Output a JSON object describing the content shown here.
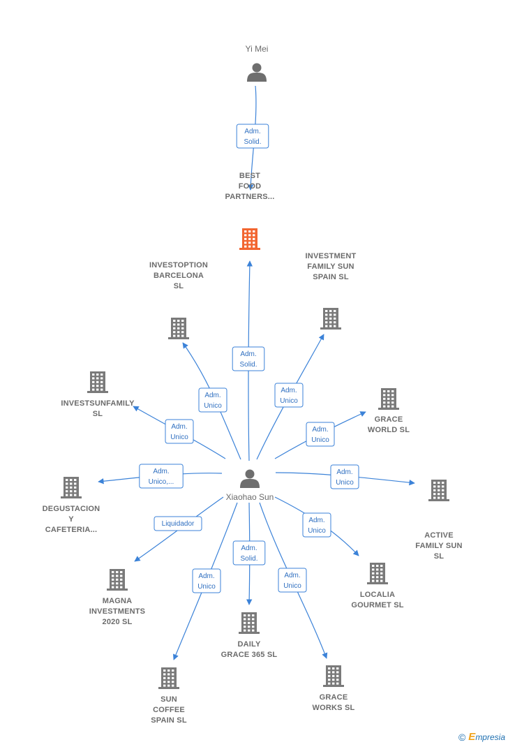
{
  "colors": {
    "edge": "#3b82d8",
    "company": "#7a7a7a",
    "focus": "#f26530",
    "person": "#6e6e6e"
  },
  "footer": {
    "copyright_symbol": "©",
    "brand_initial": "E",
    "brand_rest": "mpresia"
  },
  "nodes": [
    {
      "id": "yimei",
      "kind": "person",
      "label": [
        "Yi Mei"
      ]
    },
    {
      "id": "bfp",
      "kind": "company-focus",
      "label": [
        "BEST",
        "FOOD",
        "PARTNERS..."
      ]
    },
    {
      "id": "xiaohao",
      "kind": "person",
      "label": [
        "Xiaohao Sun"
      ]
    },
    {
      "id": "investoption",
      "kind": "company",
      "label": [
        "INVESTOPTION",
        "BARCELONA",
        "SL"
      ]
    },
    {
      "id": "investmentfam",
      "kind": "company",
      "label": [
        "INVESTMENT",
        "FAMILY SUN",
        "SPAIN  SL"
      ]
    },
    {
      "id": "investsun",
      "kind": "company",
      "label": [
        "INVESTSUNFAMILY",
        "SL"
      ]
    },
    {
      "id": "graceworld",
      "kind": "company",
      "label": [
        "GRACE",
        "WORLD  SL"
      ]
    },
    {
      "id": "degust",
      "kind": "company",
      "label": [
        "DEGUSTACION",
        "Y",
        "CAFETERIA..."
      ]
    },
    {
      "id": "activefam",
      "kind": "company",
      "label": [
        "ACTIVE",
        "FAMILY SUN",
        "SL"
      ]
    },
    {
      "id": "localia",
      "kind": "company",
      "label": [
        "LOCALIA",
        "GOURMET  SL"
      ]
    },
    {
      "id": "magna",
      "kind": "company",
      "label": [
        "MAGNA",
        "INVESTMENTS",
        "2020  SL"
      ]
    },
    {
      "id": "dailygrace",
      "kind": "company",
      "label": [
        "DAILY",
        "GRACE 365  SL"
      ]
    },
    {
      "id": "suncoffee",
      "kind": "company",
      "label": [
        "SUN",
        "COFFEE",
        "SPAIN  SL"
      ]
    },
    {
      "id": "graceworks",
      "kind": "company",
      "label": [
        "GRACE",
        "WORKS  SL"
      ]
    }
  ],
  "edges": [
    {
      "from": "yimei",
      "to": "bfp",
      "label": [
        "Adm.",
        "Solid."
      ]
    },
    {
      "from": "xiaohao",
      "to": "bfp",
      "label": [
        "Adm.",
        "Solid."
      ]
    },
    {
      "from": "xiaohao",
      "to": "investoption",
      "label": [
        "Adm.",
        "Unico"
      ]
    },
    {
      "from": "xiaohao",
      "to": "investmentfam",
      "label": [
        "Adm.",
        "Unico"
      ]
    },
    {
      "from": "xiaohao",
      "to": "investsun",
      "label": [
        "Adm.",
        "Unico"
      ]
    },
    {
      "from": "xiaohao",
      "to": "graceworld",
      "label": [
        "Adm.",
        "Unico"
      ]
    },
    {
      "from": "xiaohao",
      "to": "degust",
      "label": [
        "Adm.",
        "Unico,..."
      ]
    },
    {
      "from": "xiaohao",
      "to": "activefam",
      "label": [
        "Adm.",
        "Unico"
      ]
    },
    {
      "from": "xiaohao",
      "to": "magna",
      "label": [
        "Liquidador"
      ]
    },
    {
      "from": "xiaohao",
      "to": "localia",
      "label": [
        "Adm.",
        "Unico"
      ]
    },
    {
      "from": "xiaohao",
      "to": "dailygrace",
      "label": [
        "Adm.",
        "Solid."
      ]
    },
    {
      "from": "xiaohao",
      "to": "suncoffee",
      "label": [
        "Adm.",
        "Unico"
      ]
    },
    {
      "from": "xiaohao",
      "to": "graceworks",
      "label": [
        "Adm.",
        "Unico"
      ]
    }
  ]
}
